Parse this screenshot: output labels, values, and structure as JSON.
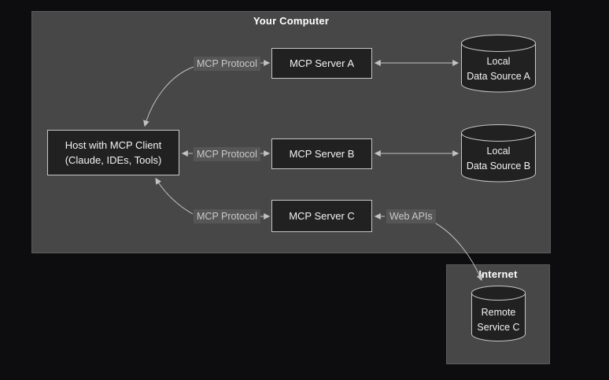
{
  "your_computer": {
    "title": "Your Computer",
    "host": {
      "line1": "Host with MCP Client",
      "line2": "(Claude, IDEs, Tools)"
    },
    "servers": [
      {
        "label": "MCP Server A"
      },
      {
        "label": "MCP Server B"
      },
      {
        "label": "MCP Server C"
      }
    ],
    "edge_labels": {
      "protocol_a": "MCP Protocol",
      "protocol_b": "MCP Protocol",
      "protocol_c": "MCP Protocol",
      "web_apis": "Web APIs"
    },
    "data_sources": [
      {
        "line1": "Local",
        "line2": "Data Source A"
      },
      {
        "line1": "Local",
        "line2": "Data Source B"
      }
    ]
  },
  "internet": {
    "title": "Internet",
    "remote_service": {
      "line1": "Remote",
      "line2": "Service C"
    }
  },
  "colors": {
    "page_bg": "#0d0d0f",
    "group_fill": "#474747",
    "group_border": "#5a5a5a",
    "node_fill": "#212121",
    "node_border": "#c6c6c6",
    "node_text": "#f2f2f2",
    "edge_label_bg": "#565656",
    "edge_label_text": "#c9c9c9",
    "arrow": "#c2c2c2",
    "title_text": "#ffffff"
  }
}
